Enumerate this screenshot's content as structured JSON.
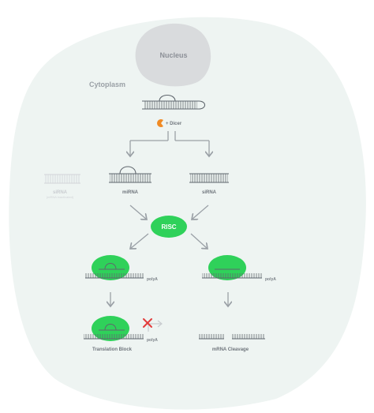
{
  "compartments": {
    "nucleus": "Nucleus",
    "cytoplasm": "Cytoplasm"
  },
  "dicer": {
    "label": "+ Dicer",
    "color": "#f08a24"
  },
  "molecules": {
    "sirna_faded": {
      "label": "siRNA",
      "sublabel": "(mRNA inactivated)"
    },
    "mirna": {
      "label": "miRNA"
    },
    "sirna": {
      "label": "siRNA"
    }
  },
  "complex": {
    "risc": "RISC",
    "color": "#2fd15a"
  },
  "outcomes": {
    "left_polyA": "polyA",
    "right_polyA": "polyA",
    "block_polyA": "polyA",
    "translation_block": "Translation Block",
    "mrna_cleavage": "mRNA Cleavage",
    "block_mark_color": "#e23b3b"
  },
  "colors": {
    "cell_background": "#eef4f2",
    "nucleus": "#d9dbdd",
    "rna_strand": "#5f666d",
    "arrow": "#9aa0a6"
  }
}
